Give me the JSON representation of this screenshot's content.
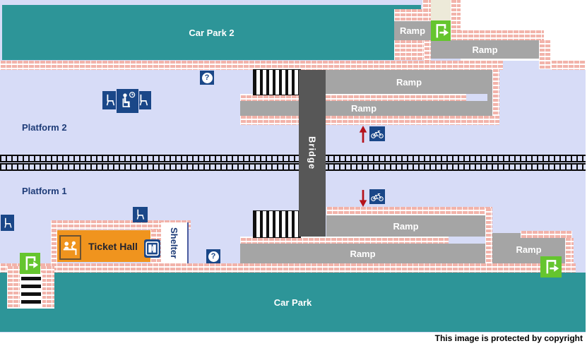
{
  "labels": {
    "car_park_2": "Car Park 2",
    "car_park": "Car Park",
    "platform_2": "Platform 2",
    "platform_1": "Platform 1",
    "bridge": "Bridge",
    "ticket_hall": "Ticket Hall",
    "shelter": "Shelter",
    "ramp": "Ramp",
    "info_mark": "?",
    "copyright_notice": "This image is protected by copyright"
  },
  "icons": {
    "exit": {
      "name": "exit-icon",
      "glyph": "door-with-right-arrow",
      "color": "#65c52e",
      "count": 3
    },
    "info_point": {
      "name": "info-point-icon",
      "glyph": "question-mark-in-circle",
      "color": "#1a4788",
      "count": 2
    },
    "bicycle": {
      "name": "bicycle-icon",
      "glyph": "bicycle",
      "color": "#1a4788",
      "count": 2
    },
    "seat": {
      "name": "seat-icon",
      "glyph": "chair",
      "color": "#1a4788",
      "count": 4
    },
    "waiting_room": {
      "name": "waiting-room-icon",
      "glyph": "seated-person-with-clock",
      "color": "#1a4788",
      "count": 1
    },
    "ticket_office": {
      "name": "ticket-office-icon",
      "glyph": "clerk-at-counter",
      "color": "#f0941e",
      "count": 1
    },
    "lift": {
      "name": "lift-icon",
      "glyph": "double-doors",
      "color": "#1a4788",
      "count": 1
    },
    "arrow_up": {
      "name": "up-arrow-icon",
      "glyph": "arrow-up",
      "color": "#b5121b",
      "count": 1
    },
    "arrow_down": {
      "name": "down-arrow-icon",
      "glyph": "arrow-down",
      "color": "#b5121b",
      "count": 1
    }
  },
  "colors": {
    "background_lavender": "#d7dcf7",
    "car_park_teal": "#2d9598",
    "brick_pink": "#f2b3aa",
    "ramp_gray": "#a5a5a5",
    "bridge_gray": "#575757",
    "icon_navy": "#1a4788",
    "ticket_hall_orange": "#f0941e",
    "exit_green": "#65c52e",
    "arrow_red": "#b5121b",
    "platform_label_navy": "#1e3c78",
    "path_beige": "#edead9"
  }
}
